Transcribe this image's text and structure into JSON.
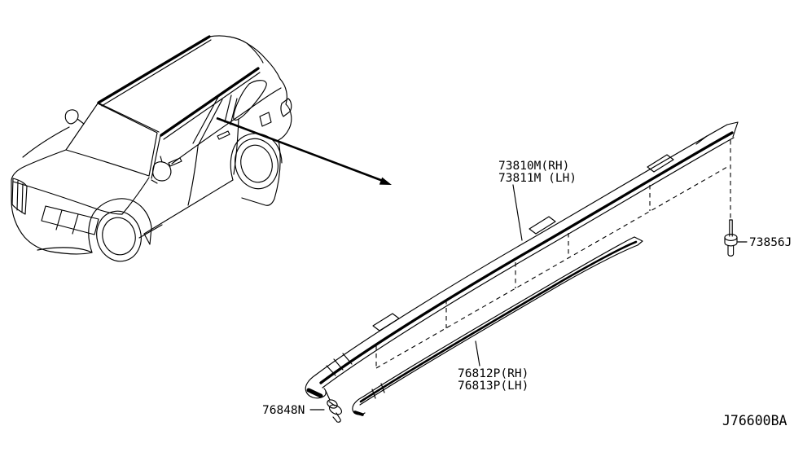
{
  "page": {
    "background_color": "#ffffff",
    "line_color": "#000000",
    "kind": "vehicle parts exploded diagram"
  },
  "callouts": {
    "roof_molding": {
      "line1": "73810M(RH)",
      "line2": "73811M (LH)"
    },
    "clip": {
      "label": "73856J"
    },
    "side_molding": {
      "line1": "76812P(RH)",
      "line2": "76813P(LH)"
    },
    "screw": {
      "label": "76848N"
    }
  },
  "diagram_code": "J76600BA",
  "icons": {
    "vehicle": "suv-line-art",
    "pointer": "arrow-right-down",
    "clip": "push-pin-clip",
    "screw": "pan-head-screw"
  }
}
